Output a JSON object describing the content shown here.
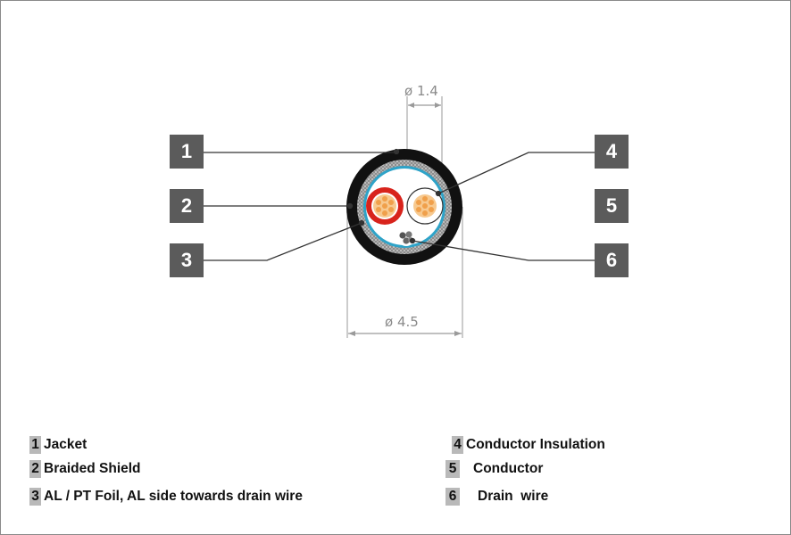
{
  "dimensions": {
    "inner": "ø 1.4",
    "outer": "ø 4.5"
  },
  "callouts": [
    "1",
    "2",
    "3",
    "4",
    "5",
    "6"
  ],
  "legend": [
    {
      "num": "1",
      "label": "Jacket"
    },
    {
      "num": "2",
      "label": "Braided Shield"
    },
    {
      "num": "3",
      "label": "AL / PT Foil, AL side towards drain wire"
    },
    {
      "num": "4",
      "label": "Conductor Insulation"
    },
    {
      "num": "5",
      "label": "Conductor"
    },
    {
      "num": "6",
      "label": "Drain  wire"
    }
  ],
  "colors": {
    "callout_bg": "#5b5b5b",
    "legend_num_bg": "#b9b9b9",
    "jacket": "#111111",
    "shield": "#9a9a9a",
    "foil": "#2ea3c8",
    "insulation_red": "#d8231c",
    "conductor": "#f0a04b"
  }
}
